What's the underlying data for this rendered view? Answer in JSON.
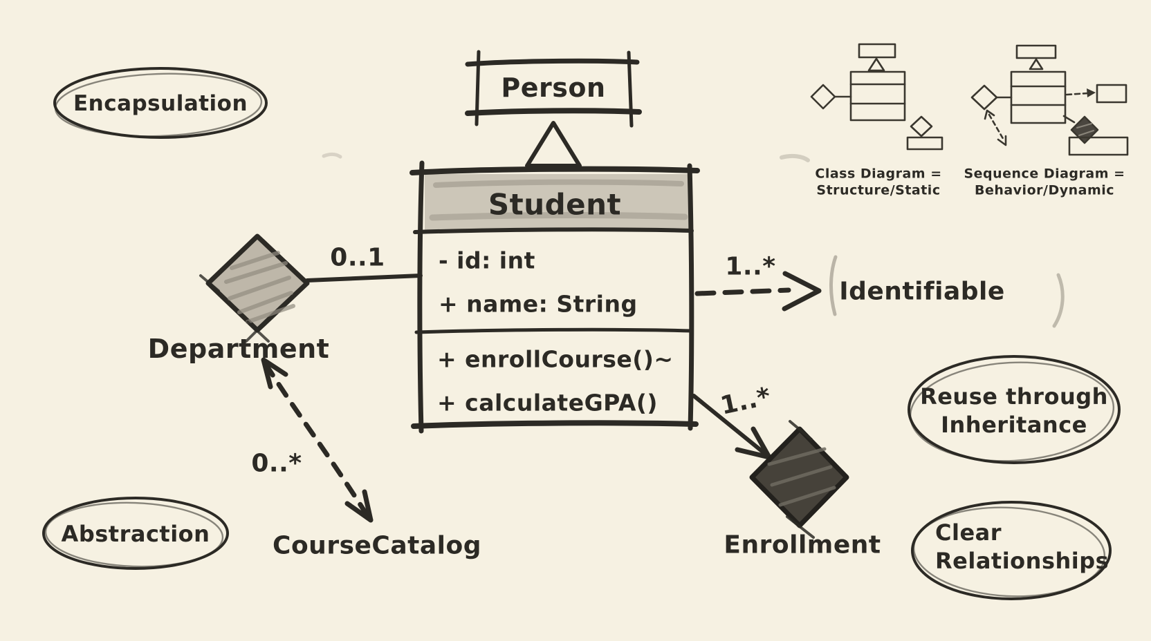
{
  "colors": {
    "paper": "#f6f1e2",
    "ink": "#2c2a25",
    "pencil": "#928c80",
    "shade": "#ccc6b8",
    "darkfill": "#46423a"
  },
  "concepts": {
    "encapsulation": "Encapsulation",
    "abstraction": "Abstraction",
    "reuse_line1": "Reuse through",
    "reuse_line2": "Inheritance",
    "clear_line1": "Clear",
    "clear_line2": "Relationships"
  },
  "classes": {
    "person": {
      "name": "Person"
    },
    "student": {
      "name": "Student",
      "attributes": [
        "- id: int",
        "+ name: String"
      ],
      "methods": [
        "+ enrollCourse()~",
        "+ calculateGPA()"
      ]
    },
    "department": {
      "name": "Department"
    },
    "course_catalog": {
      "name": "CourseCatalog"
    },
    "identifiable": {
      "name": "Identifiable"
    },
    "enrollment": {
      "name": "Enrollment"
    }
  },
  "multiplicities": {
    "department_student": "0..1",
    "student_identifiable": "1..*",
    "student_enrollment": "1..*",
    "department_coursecatalog": "0..*"
  },
  "legend": {
    "class_diagram_line1": "Class Diagram =",
    "class_diagram_line2": "Structure/Static",
    "sequence_diagram_line1": "Sequence Diagram =",
    "sequence_diagram_line2": "Behavior/Dynamic"
  }
}
